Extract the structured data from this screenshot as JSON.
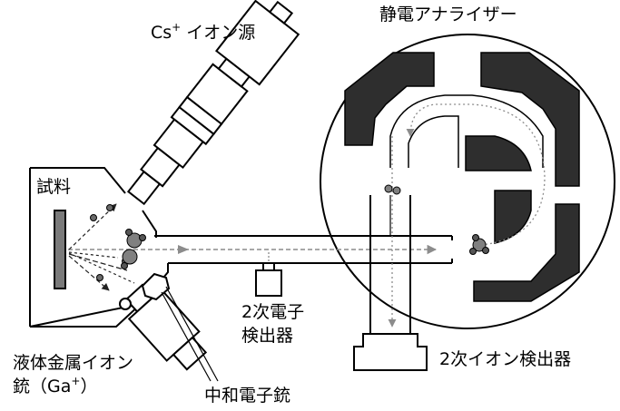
{
  "labels": {
    "cs_ion_source": "Cs",
    "cs_ion_source_sup": "+",
    "cs_ion_source_rest": " イオン源",
    "esa": "静電アナライザー",
    "sample": "試料",
    "lmig_line1": "液体金属イオン",
    "lmig_line2_a": "銃（Ga",
    "lmig_line2_sup": "+",
    "lmig_line2_b": "）",
    "electron_det_line1": "2次電子",
    "electron_det_line2": "検出器",
    "neutralizer": "中和電子銃",
    "secondary_ion_detector": "2次イオン検出器"
  },
  "colors": {
    "stroke": "#000000",
    "electrode": "#2e2e2e",
    "sample_fill": "#7a7a7a",
    "beam": "#8c8c8c",
    "ion_ball": "#808080",
    "ion_dot": "#6a6a6a"
  }
}
